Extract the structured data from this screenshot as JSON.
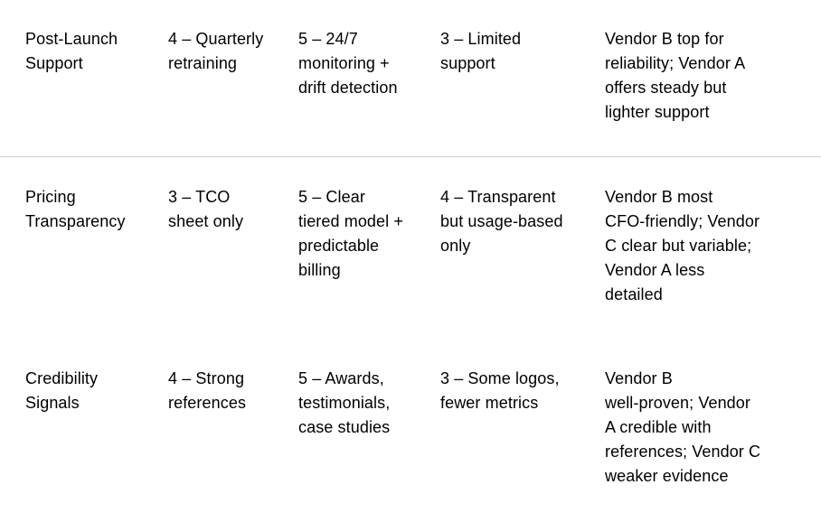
{
  "table": {
    "description": "vendor comparison table fragment",
    "columns": [
      "criterion",
      "vendor_a_score",
      "vendor_b_score",
      "vendor_c_score",
      "notes"
    ],
    "text_color": "#000000",
    "divider_color": "#cfcfcf",
    "background_color": "#ffffff",
    "rows": [
      {
        "criterion": "Post-Launch\nSupport",
        "vendor_a_score": "4 – Quarterly\nretraining",
        "vendor_b_score": "5 – 24/7\nmonitoring +\ndrift detection",
        "vendor_c_score": "3 – Limited\nsupport",
        "notes": "Vendor B top for\nreliability; Vendor A\noffers steady but\nlighter support"
      },
      {
        "criterion": "Pricing\nTransparency",
        "vendor_a_score": "3 – TCO\nsheet only",
        "vendor_b_score": "5 – Clear\ntiered model +\npredictable\nbilling",
        "vendor_c_score": "4 – Transparent\nbut usage-based\nonly",
        "notes": "Vendor B most\nCFO-friendly; Vendor\nC clear but variable;\nVendor A less\ndetailed"
      },
      {
        "criterion": "Credibility\nSignals",
        "vendor_a_score": "4 – Strong\nreferences",
        "vendor_b_score": "5 – Awards,\ntestimonials,\ncase studies",
        "vendor_c_score": "3 – Some logos,\nfewer metrics",
        "notes": "Vendor B\nwell-proven; Vendor\nA credible with\nreferences; Vendor C\nweaker evidence"
      }
    ]
  }
}
